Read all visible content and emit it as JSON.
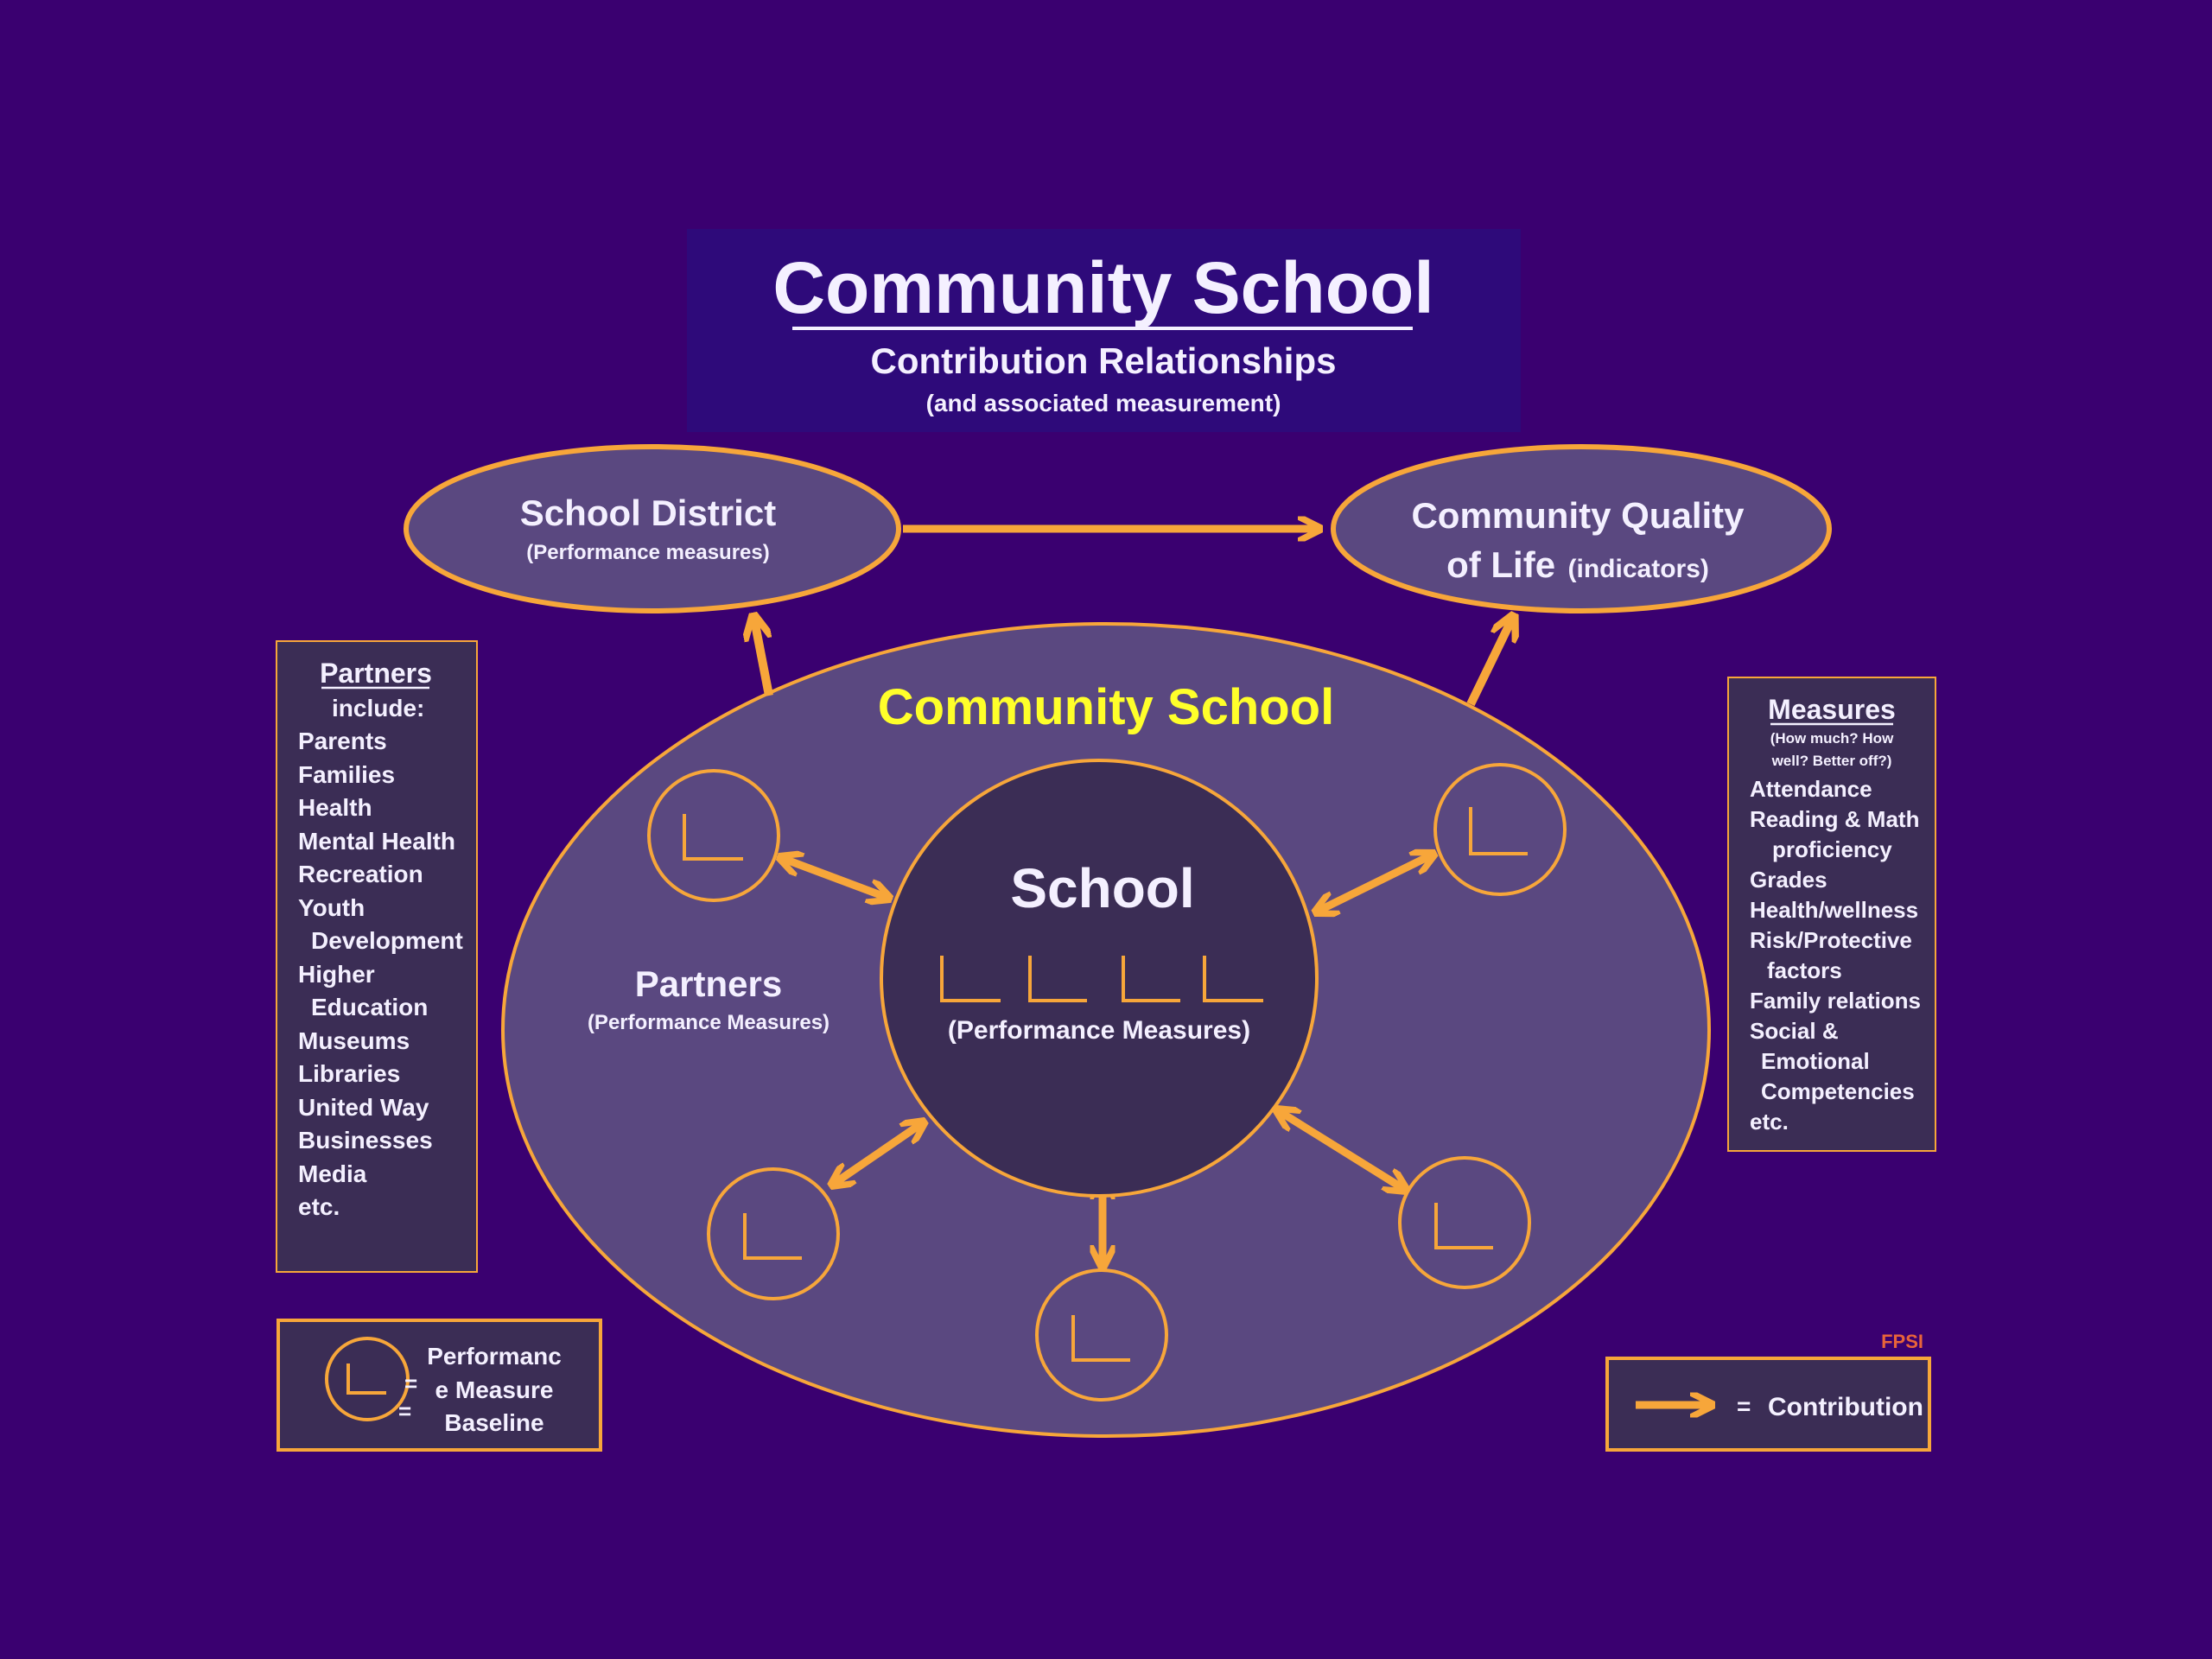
{
  "title_block": {
    "title": "Community School",
    "subtitle": "Contribution Relationships",
    "note": "(and associated measurement)"
  },
  "school_district": {
    "name": "School District",
    "sub": "(Performance measures)"
  },
  "community_quality": {
    "line1": "Community Quality",
    "line2": "of Life",
    "sub": "(indicators)"
  },
  "community_school": {
    "label": "Community School"
  },
  "school": {
    "name": "School",
    "sub": "(Performance Measures)"
  },
  "partners_center": {
    "name": "Partners",
    "sub": "(Performance Measures)"
  },
  "partners_box": {
    "heading": "Partners",
    "lines": [
      "include:",
      "Parents",
      "Families",
      "Health",
      "Mental Health",
      "Recreation",
      "Youth",
      "Development",
      "Higher",
      "Education",
      "Museums",
      "Libraries",
      "United Way",
      "Businesses",
      "Media",
      "etc."
    ]
  },
  "measures_box": {
    "heading": "Measures",
    "note_line1": "(How much? How",
    "note_line2": "well? Better off?)",
    "lines": [
      "Attendance",
      "Reading & Math",
      "proficiency",
      "Grades",
      "Health/wellness",
      "Risk/Protective",
      "factors",
      "Family relations",
      "Social &",
      "Emotional",
      "Competencies",
      "etc."
    ]
  },
  "legend_baseline": {
    "eq1": "=",
    "eq2": "=",
    "line1": "Performanc",
    "line2": "e Measure",
    "line3": "Baseline"
  },
  "legend_contribution": {
    "eq": "=",
    "label": "Contribution"
  },
  "brand": "FPSI",
  "colors": {
    "background": "#3a0070",
    "title_panel": "#2e0a7a",
    "accent": "#f7a63a",
    "ellipse_fill": "#5a4880",
    "dark_fill": "#3b2d55",
    "highlight_text": "#ffff2a",
    "text": "#f4f0ff",
    "brand_text": "#e8643a"
  }
}
